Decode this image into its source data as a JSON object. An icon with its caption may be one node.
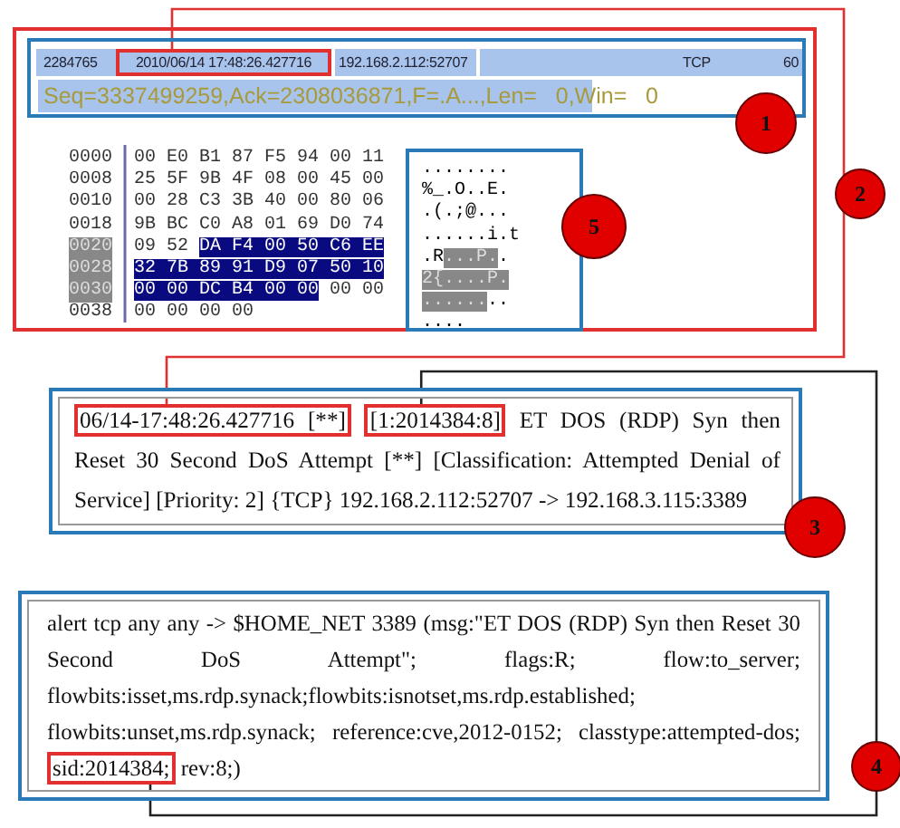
{
  "diagram": {
    "nodes": [
      {
        "text": [],
        "shape": "box"
      },
      {
        "text": [
          "2284765",
          "192.168.2.112:52707",
          "TCP",
          "60",
          "Seq=3337499259,Ack=2308036871,F=.A...,Len=   0,Win=   0"
        ],
        "in": 0
      },
      {
        "text": [
          "2010/06/14   17:48:26.427716"
        ],
        "in": 1
      },
      {
        "text": [
          "1"
        ],
        "in": 0
      },
      {
        "text": [
          "........",
          "%_.O..E.",
          ".(.;@...",
          "......i.t",
          ".R...P..",
          "2{....P.",
          "........",
          "...."
        ],
        "in": 0
      },
      {
        "text": [
          "5"
        ],
        "in": 0
      },
      {
        "text": [
          "ET DOS (RDP) Syn then Reset 30 Second DoS Attempt [**] [Classification: Attempted Denial of Service] [Priority: 2] {TCP} 192.168.2.112:52707 -> 192.168.3.115:3389"
        ]
      },
      {
        "text": [
          "06/14-17:48:26.427716 [**]"
        ],
        "in": 6
      },
      {
        "text": [
          "[1:2014384:8]"
        ],
        "in": 6
      },
      {
        "text": [
          "3"
        ]
      },
      {
        "text": [
          "alert tcp any any -> $HOME_NET 3389 (msg:\"ET DOS (RDP) Syn then Reset 30 Second DoS Attempt\"; flags:R; flow:to_server; flowbits:isset,ms.rdp.synack;flowbits:isnotset,ms.rdp.established; flowbits:unset,ms.rdp.synack; reference:cve,2012-0152; classtype:attempted-dos;",
          "rev:8;)"
        ]
      },
      {
        "text": [
          "sid:2014384;"
        ],
        "in": 10
      }
    ],
    "edges": [
      {
        "from": 2,
        "to": 7,
        "arrow": "none",
        "label": "2",
        "color": "#e03030"
      },
      {
        "from": 8,
        "to": 11,
        "arrow": "none",
        "label": "4",
        "color": "#222222"
      }
    ],
    "labels": [
      "0000",
      "00 E0 B1 87 F5 94 00 11",
      "0008",
      "25 5F 9B 4F 08 00 45 00",
      "0010",
      "00 28 C3 3B 40 00 80 06",
      "0018",
      "9B BC C0 A8 01 69 D0 74",
      "0020",
      "09 52 DA F4 00 50 C6 EE",
      "0028",
      "32 7B 89 91 D9 07 50 10",
      "0030",
      "00 00 DC B4 00 00 00 00",
      "0038",
      "00 00 00 00"
    ]
  }
}
